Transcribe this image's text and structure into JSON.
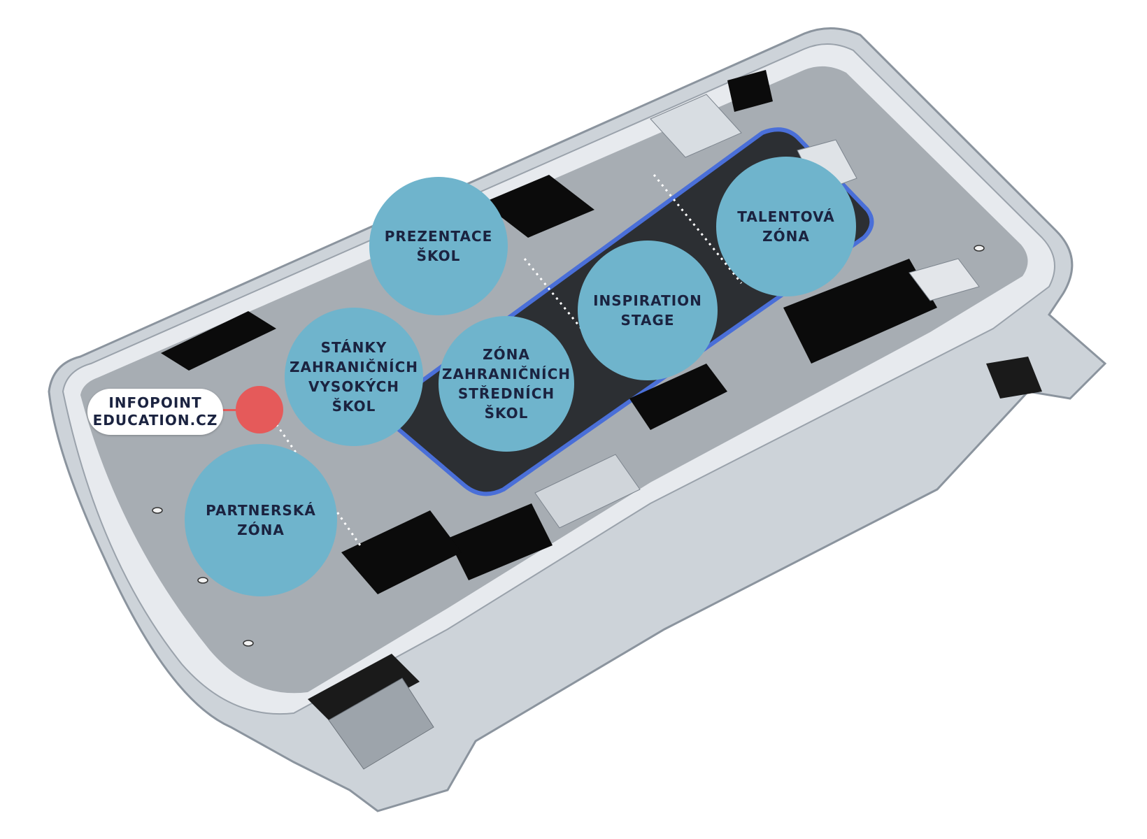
{
  "map": {
    "zone_color": "#6fb4cc",
    "marker_color": "#e55a5a",
    "zones": [
      {
        "id": "prezentace",
        "label": "PREZENTACE\nŠKOL"
      },
      {
        "id": "stanky",
        "label": "STÁNKY\nZAHRANIČNÍCH\nVYSOKÝCH\nŠKOL"
      },
      {
        "id": "zona-strednich",
        "label": "ZÓNA\nZAHRANIČNÍCH\nSTŘEDNÍCH\nŠKOL"
      },
      {
        "id": "inspiration",
        "label": "INSPIRATION\nSTAGE"
      },
      {
        "id": "talentova",
        "label": "TALENTOVÁ\nZÓNA"
      },
      {
        "id": "partnerska",
        "label": "PARTNERSKÁ\nZÓNA"
      }
    ],
    "infopoint": {
      "label": "INFOPOINT\nEDUCATION.CZ"
    }
  }
}
